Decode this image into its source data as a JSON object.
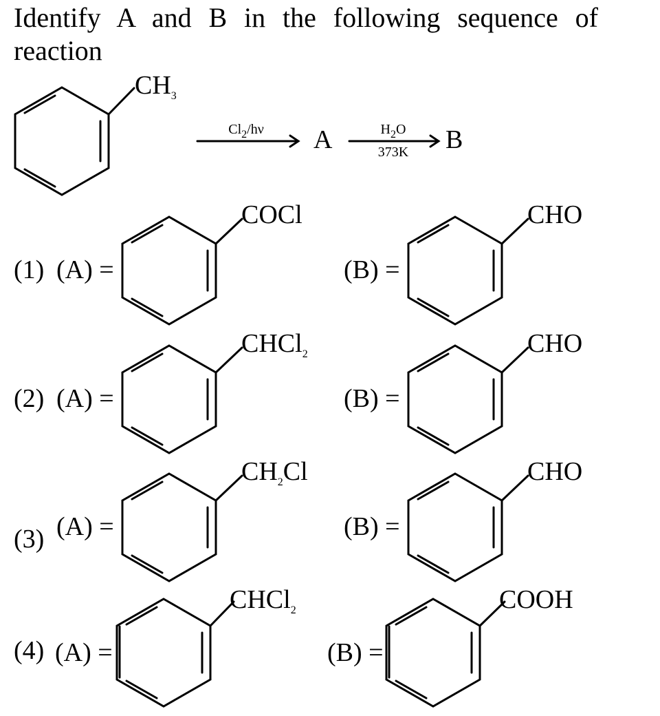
{
  "question": {
    "text": "Identify A and B in the following sequence of reaction"
  },
  "reaction": {
    "start_group": {
      "main": "CH",
      "sub": "3",
      "tail": ""
    },
    "step1_reagent": {
      "main": "Cl",
      "sub": "2",
      "tail": "/hν"
    },
    "intermediate": "A",
    "step2_reagent": {
      "main": "H",
      "sub": "2",
      "tail": "O"
    },
    "step2_condition": "373K",
    "product": "B"
  },
  "options": [
    {
      "number": "(1)",
      "a_label": "(A) =",
      "b_label": "(B) =",
      "a_group": {
        "main": "COCl",
        "sub": "",
        "tail": ""
      },
      "b_group": {
        "main": "CHO",
        "sub": "",
        "tail": ""
      }
    },
    {
      "number": "(2)",
      "a_label": "(A) =",
      "b_label": "(B) =",
      "a_group": {
        "main": "CHCl",
        "sub": "2",
        "tail": ""
      },
      "b_group": {
        "main": "CHO",
        "sub": "",
        "tail": ""
      }
    },
    {
      "number": "(3)",
      "a_label": "(A) =",
      "b_label": "(B) =",
      "a_group": {
        "main": "CH",
        "sub": "2",
        "tail": "Cl"
      },
      "b_group": {
        "main": "CHO",
        "sub": "",
        "tail": ""
      }
    },
    {
      "number": "(4)",
      "a_label": "(A) =",
      "b_label": "(B) =",
      "a_group": {
        "main": "CHCl",
        "sub": "2",
        "tail": ""
      },
      "b_group": {
        "main": "COOH",
        "sub": "",
        "tail": ""
      }
    }
  ]
}
